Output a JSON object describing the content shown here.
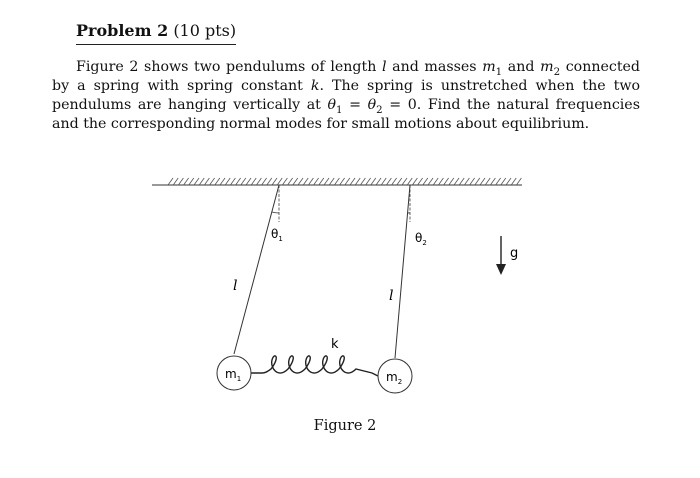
{
  "problem": {
    "title": "Problem 2",
    "points": "(10 pts)"
  },
  "statement": {
    "s1": "Figure 2 shows two pendulums of length ",
    "l": "l",
    "s2": " and masses ",
    "m": "m",
    "sub1": "1",
    "s3": " and ",
    "sub2": "2",
    "s4": " connected by a spring with spring constant ",
    "k": "k",
    "s5": ". The spring is unstretched when the two pendulums are hanging vertically at ",
    "theta": "θ",
    "eq": " = ",
    "zero": "0",
    "s6": ". Find the natural frequencies and the corresponding normal modes for small motions about equilibrium."
  },
  "figure": {
    "caption": "Figure 2",
    "theta1_label": "θ",
    "theta1_sub": "1",
    "theta2_label": "θ",
    "theta2_sub": "2",
    "length_label_left": "l",
    "length_label_right": "l",
    "spring_label": "k",
    "mass1_label": "m",
    "mass1_sub": "1",
    "mass2_label": "m",
    "mass2_sub": "2",
    "gravity_label": "g"
  }
}
